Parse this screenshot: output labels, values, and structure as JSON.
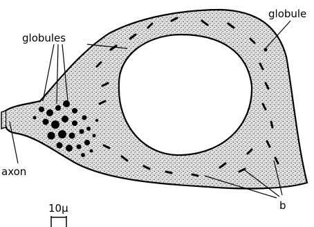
{
  "labels": {
    "globules": "globules",
    "globule": "globule",
    "axon": "axon",
    "b": "b",
    "scale": "10µ"
  },
  "colors": {
    "ink": "#000000",
    "background": "#ffffff",
    "cytoplasm": "#d9d9d9"
  }
}
